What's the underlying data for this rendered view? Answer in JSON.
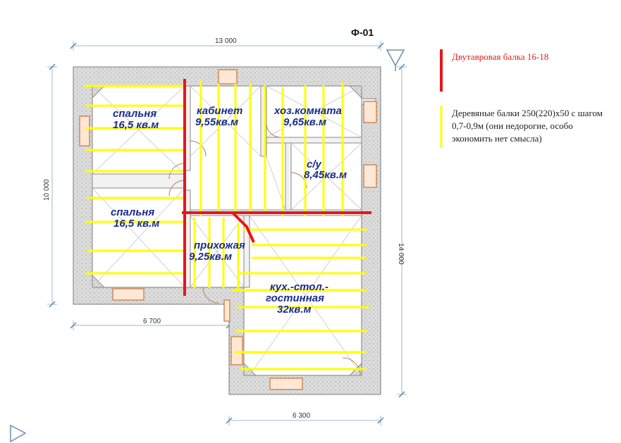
{
  "drawing": {
    "sheet_code": "Ф-01"
  },
  "dimensions": {
    "top": "13 000",
    "left": "10 000",
    "right": "14 000",
    "bottom_left": "6 700",
    "bottom_right": "6 300"
  },
  "rooms": [
    {
      "name": "спальня",
      "area": "16,5 кв.м"
    },
    {
      "name": "кабинет",
      "area": "9,55кв.м"
    },
    {
      "name": "хоз.комната",
      "area": "9,65кв.м"
    },
    {
      "name": "с/у",
      "area": "8,45кв.м"
    },
    {
      "name": "спальня",
      "area": "16,5 кв.м"
    },
    {
      "name": "прихожая",
      "area": "9,25кв.м"
    },
    {
      "name": "кух.-стол.-",
      "name2": "гостинная",
      "area": "32кв.м"
    }
  ],
  "legend": {
    "i_beam": {
      "label": "Двутавровая балка 16-18",
      "color": "#e8161b"
    },
    "wood_beams": {
      "label": "Деревяные балки 250(220)х50 с шагом 0,7-0,9м (они недорогие, особо экономить нет смысла)",
      "color": "#ffff00"
    }
  }
}
